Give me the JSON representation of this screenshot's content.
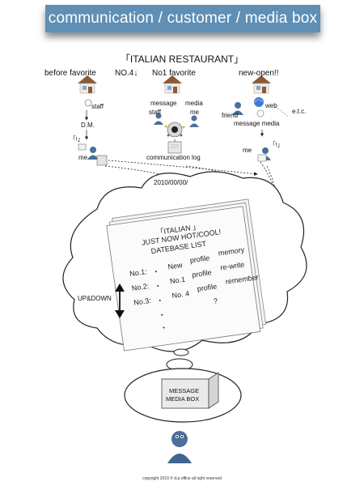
{
  "header": {
    "title": "communication / customer / media box",
    "accent_color": "#5f8fb4"
  },
  "restaurant_title": "「ITALIAN RESTAURANT」",
  "columns": {
    "before": {
      "label": "before favorite",
      "staff": "staff",
      "dm": "D.M.",
      "bracket": "「!」",
      "me": "me"
    },
    "no4": {
      "label": "NO.4↓"
    },
    "no1": {
      "label": "No1 favorite",
      "message": "message",
      "media": "media",
      "staff": "staff",
      "me": "me",
      "log": "communication log",
      "date": "2010/00/00/"
    },
    "newopen": {
      "label": "new-open!!",
      "web": "web",
      "etc": "e.t.c.",
      "friend": "friend",
      "message_media": "message  media",
      "me": "me",
      "bracket": "「!」"
    }
  },
  "database": {
    "header1": "「ITALIAN 」",
    "header2": "JUST NOW HOT/COOL!",
    "header3": "DATEBASE LIST",
    "rows": [
      {
        "num": "No.1:",
        "dots": "・",
        "text": "New",
        "profile": "profile",
        "note": "memory"
      },
      {
        "num": "No.2:",
        "dots": "・",
        "text": "No.1",
        "profile": "profile",
        "note": "re-write"
      },
      {
        "num": "No.3:",
        "dots": "・",
        "text": "No. 4",
        "profile": "profile",
        "note": "remember"
      }
    ],
    "more_dot": "・",
    "question": "?",
    "updown": "UP&DOWN"
  },
  "media_box": {
    "line1": "MESSAGE",
    "line2": "MEDIA BOX"
  },
  "copyright": "copyright 2010 © d.p.office all right reserved",
  "icons": [
    "house-icon",
    "person-icon",
    "mail-icon",
    "globe-icon",
    "document-icon",
    "chat-bubble-icon"
  ]
}
